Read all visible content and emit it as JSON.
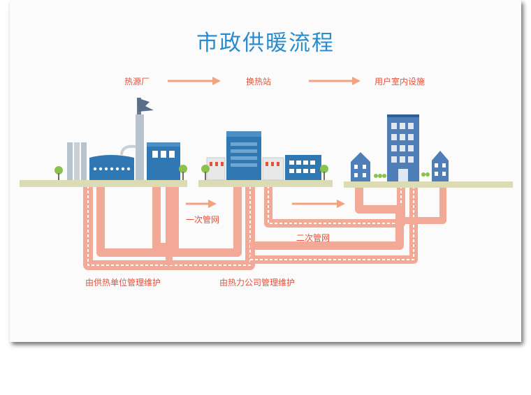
{
  "title": "市政供暖流程",
  "flow": {
    "heat_source": "热源厂",
    "exchange_station": "换热站",
    "user_facility": "用户室内设施"
  },
  "pipes": {
    "primary": "一次管网",
    "secondary": "二次管网"
  },
  "maintenance": {
    "supplier": "由供热单位管理维护",
    "company": "由热力公司管理维护"
  },
  "colors": {
    "title": "#2a8ccf",
    "label": "#e8503a",
    "pipe": "#f3a998",
    "arrow": "#f2a27e",
    "ground": "#dcdcb4",
    "building": "#2f78b3"
  }
}
